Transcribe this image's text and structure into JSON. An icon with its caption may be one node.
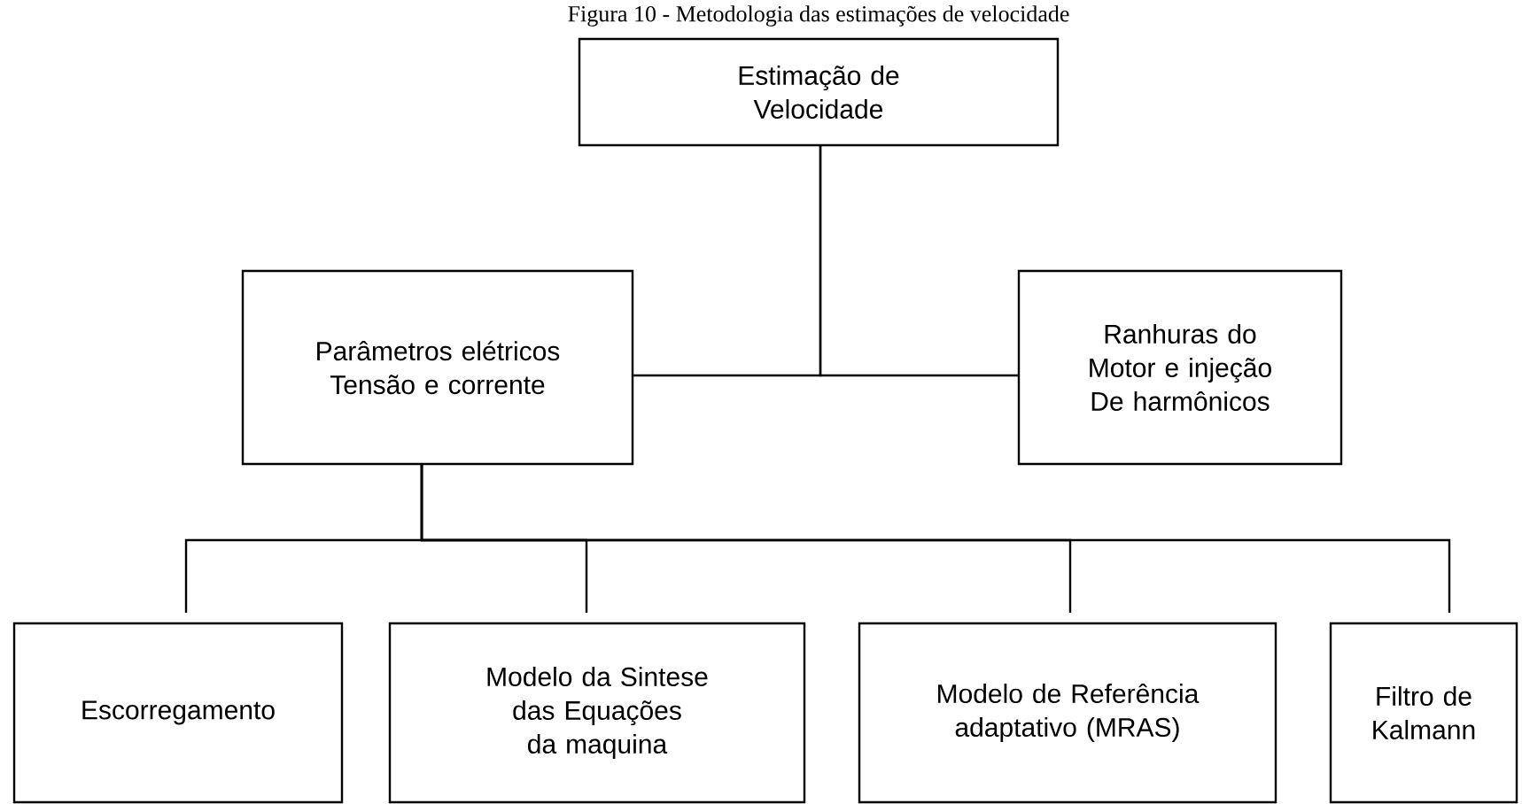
{
  "diagram": {
    "title": "Figura 10 - Metodologia das estimações de velocidade",
    "nodes": [
      {
        "text": [
          "Estimação de Velocidade"
        ]
      },
      {
        "text": [
          "Parâmetros elétricos Tensão e corrente"
        ]
      },
      {
        "text": [
          "Ranhuras do Motor e injeção De harmônicos"
        ]
      },
      {
        "text": [
          "Escorregamento"
        ]
      },
      {
        "text": [
          "Modelo da Sintese das Equações da maquina"
        ]
      },
      {
        "text": [
          "Modelo de Referência adaptativo (MRAS)"
        ]
      },
      {
        "text": [
          "Filtro de Kalmann"
        ]
      }
    ],
    "edges": [
      {
        "from": 0,
        "to": 1,
        "arrow": "none"
      },
      {
        "from": 0,
        "to": 2,
        "arrow": "none"
      },
      {
        "from": 1,
        "to": 3,
        "arrow": "none"
      },
      {
        "from": 1,
        "to": 4,
        "arrow": "none"
      },
      {
        "from": 1,
        "to": 5,
        "arrow": "none"
      },
      {
        "from": 1,
        "to": 6,
        "arrow": "none"
      }
    ]
  }
}
